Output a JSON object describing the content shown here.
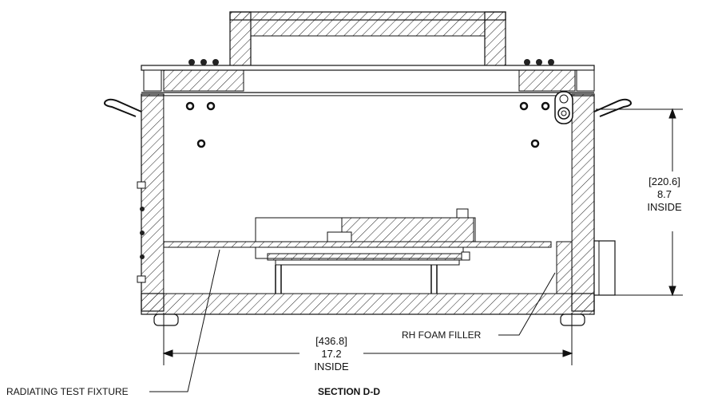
{
  "diagram": {
    "section_title": "SECTION D-D",
    "labels": {
      "radiating_test_fixture": "RADIATING TEST FIXTURE",
      "rh_foam_filler": "RH FOAM FILLER"
    },
    "dimensions": {
      "height": {
        "metric": "[220.6]",
        "imperial": "8.7",
        "note": "INSIDE"
      },
      "width": {
        "metric": "[436.8]",
        "imperial": "17.2",
        "note": "INSIDE"
      }
    }
  }
}
